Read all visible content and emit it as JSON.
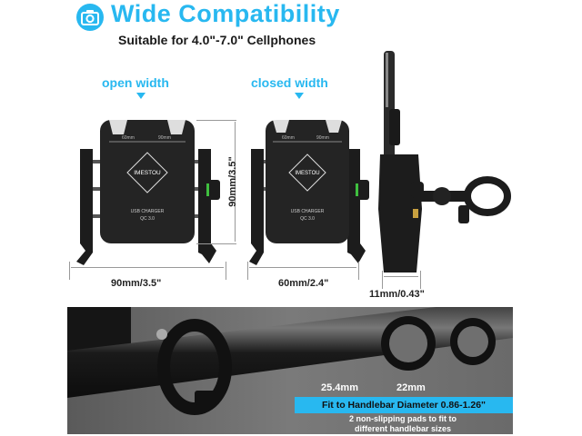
{
  "header": {
    "icon": "camera-icon",
    "title": "Wide Compatibility",
    "subtitle": "Suitable for 4.0\"-7.0\" Cellphones"
  },
  "views": {
    "open_width_label": "open width",
    "closed_width_label": "closed width",
    "brand": "IMESTOU",
    "charger_line1": "USB CHARGER",
    "charger_line2": "QC 3.0",
    "scale_left": "60mm",
    "scale_right": "90mm",
    "open_width_dim": "90mm/3.5\"",
    "height_dim": "90mm/3.5\"",
    "closed_width_dim": "60mm/2.4\"",
    "thickness_dim": "11mm/0.43\""
  },
  "pads": {
    "large_pad_label": "25.4mm",
    "small_pad_label": "22mm",
    "fit_text": "Fit to Handlebar Diameter 0.86-1.26\"",
    "note_line1": "2 non-slipping pads to fit to",
    "note_line2": "different handlebar sizes"
  },
  "colors": {
    "accent": "#28b8f0",
    "panel": "#6f6f6f",
    "product": "#1c1c1c",
    "knob_accent": "#3fbf3f"
  }
}
